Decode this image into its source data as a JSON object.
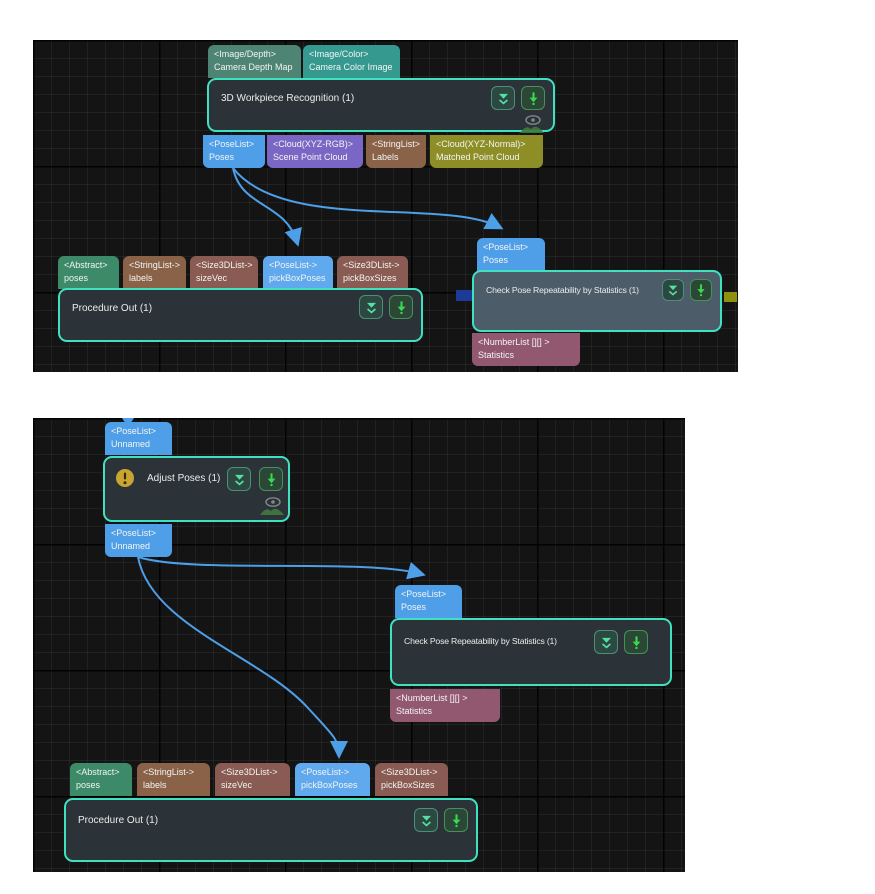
{
  "colors": {
    "panel_bg": "#141414",
    "node_bg": "#2c3338",
    "node_bg_selected": "#4d5c69",
    "node_border": "#3fe2c0",
    "wire_blue": "#4d9fe8",
    "port_blue": "#4f9fe8",
    "port_blue_light": "#61a9ee",
    "port_green": "#3d8a68",
    "port_brown": "#8a6248",
    "port_redbrown": "#8a5b52",
    "port_purple": "#7a67c5",
    "port_olive": "#8e8e27",
    "port_teal": "#36998f",
    "port_tealgray": "#4e8474",
    "port_mauve": "#92586f",
    "warning_yellow": "#c9a432",
    "square_navy": "#1c3a96",
    "square_olive": "#8f8f10"
  },
  "top_panel": {
    "camera_ports": [
      {
        "type": "<Image/Depth>",
        "name": "Camera Depth Map"
      },
      {
        "type": "<Image/Color>",
        "name": "Camera Color Image"
      }
    ],
    "recognition_node": {
      "title": "3D Workpiece Recognition (1)"
    },
    "recognition_outputs": [
      {
        "type": "<PoseList>",
        "name": "Poses"
      },
      {
        "type": "<Cloud(XYZ-RGB)>",
        "name": "Scene Point Cloud"
      },
      {
        "type": "<StringList>",
        "name": "Labels"
      },
      {
        "type": "<Cloud(XYZ-Normal)>",
        "name": "Matched Point Cloud"
      }
    ],
    "check_node": {
      "title": "Check Pose Repeatability by Statistics (1)",
      "input": {
        "type": "<PoseList>",
        "name": "Poses"
      },
      "output": {
        "type": "<NumberList [][] >",
        "name": "Statistics"
      }
    },
    "procedure_node": {
      "title": "Procedure Out (1)"
    },
    "procedure_inputs": [
      {
        "type": "<Abstract>",
        "name": "poses"
      },
      {
        "type": "<StringList->",
        "name": "labels"
      },
      {
        "type": "<Size3DList->",
        "name": "sizeVec"
      },
      {
        "type": "<PoseList->",
        "name": "pickBoxPoses"
      },
      {
        "type": "<Size3DList->",
        "name": "pickBoxSizes"
      }
    ]
  },
  "bottom_panel": {
    "input_port": {
      "type": "<PoseList>",
      "name": "Unnamed"
    },
    "adjust_node": {
      "title": "Adjust Poses (1)"
    },
    "output_port": {
      "type": "<PoseList>",
      "name": "Unnamed"
    },
    "check_node": {
      "title": "Check Pose Repeatability by Statistics (1)",
      "input": {
        "type": "<PoseList>",
        "name": "Poses"
      },
      "output": {
        "type": "<NumberList [][] >",
        "name": "Statistics"
      }
    },
    "procedure_node": {
      "title": "Procedure Out (1)"
    },
    "procedure_inputs": [
      {
        "type": "<Abstract>",
        "name": "poses"
      },
      {
        "type": "<StringList->",
        "name": "labels"
      },
      {
        "type": "<Size3DList->",
        "name": "sizeVec"
      },
      {
        "type": "<PoseList->",
        "name": "pickBoxPoses"
      },
      {
        "type": "<Size3DList->",
        "name": "pickBoxSizes"
      }
    ]
  }
}
